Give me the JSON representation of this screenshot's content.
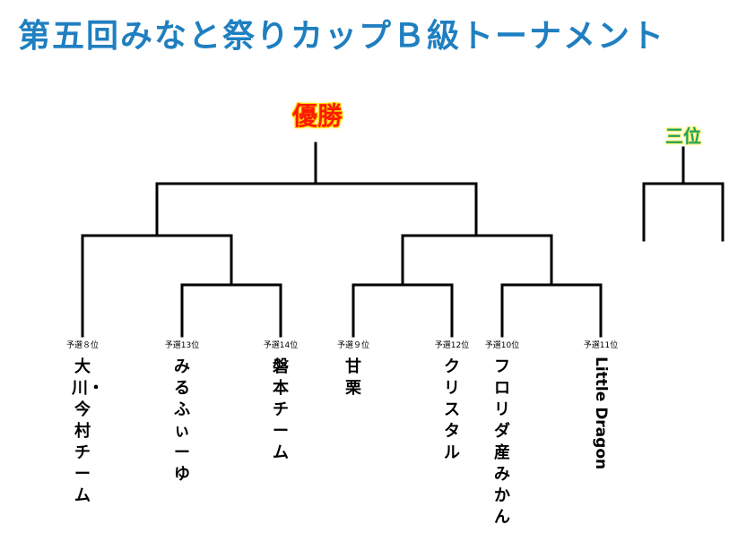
{
  "title": "第五回みなと祭りカップＢ級トーナメント",
  "winner_label": "優勝",
  "third_label": "三位",
  "colors": {
    "title": "#1f7fc0",
    "winner_text": "#ff1a00",
    "winner_glow": "#ffd800",
    "third_text": "#20a060",
    "third_glow": "#fff36a",
    "lines": "#000000"
  },
  "teams": [
    {
      "seed": "予選８位",
      "name": "大川・今村チーム"
    },
    {
      "seed": "予選13位",
      "name": "みるふぃーゆ"
    },
    {
      "seed": "予選14位",
      "name": "磐本チーム"
    },
    {
      "seed": "予選９位",
      "name": "甘栗"
    },
    {
      "seed": "予選12位",
      "name": "クリスタル"
    },
    {
      "seed": "予選10位",
      "name": "フロリダ産みかん"
    },
    {
      "seed": "予選11位",
      "name": "Little Dragon"
    }
  ]
}
